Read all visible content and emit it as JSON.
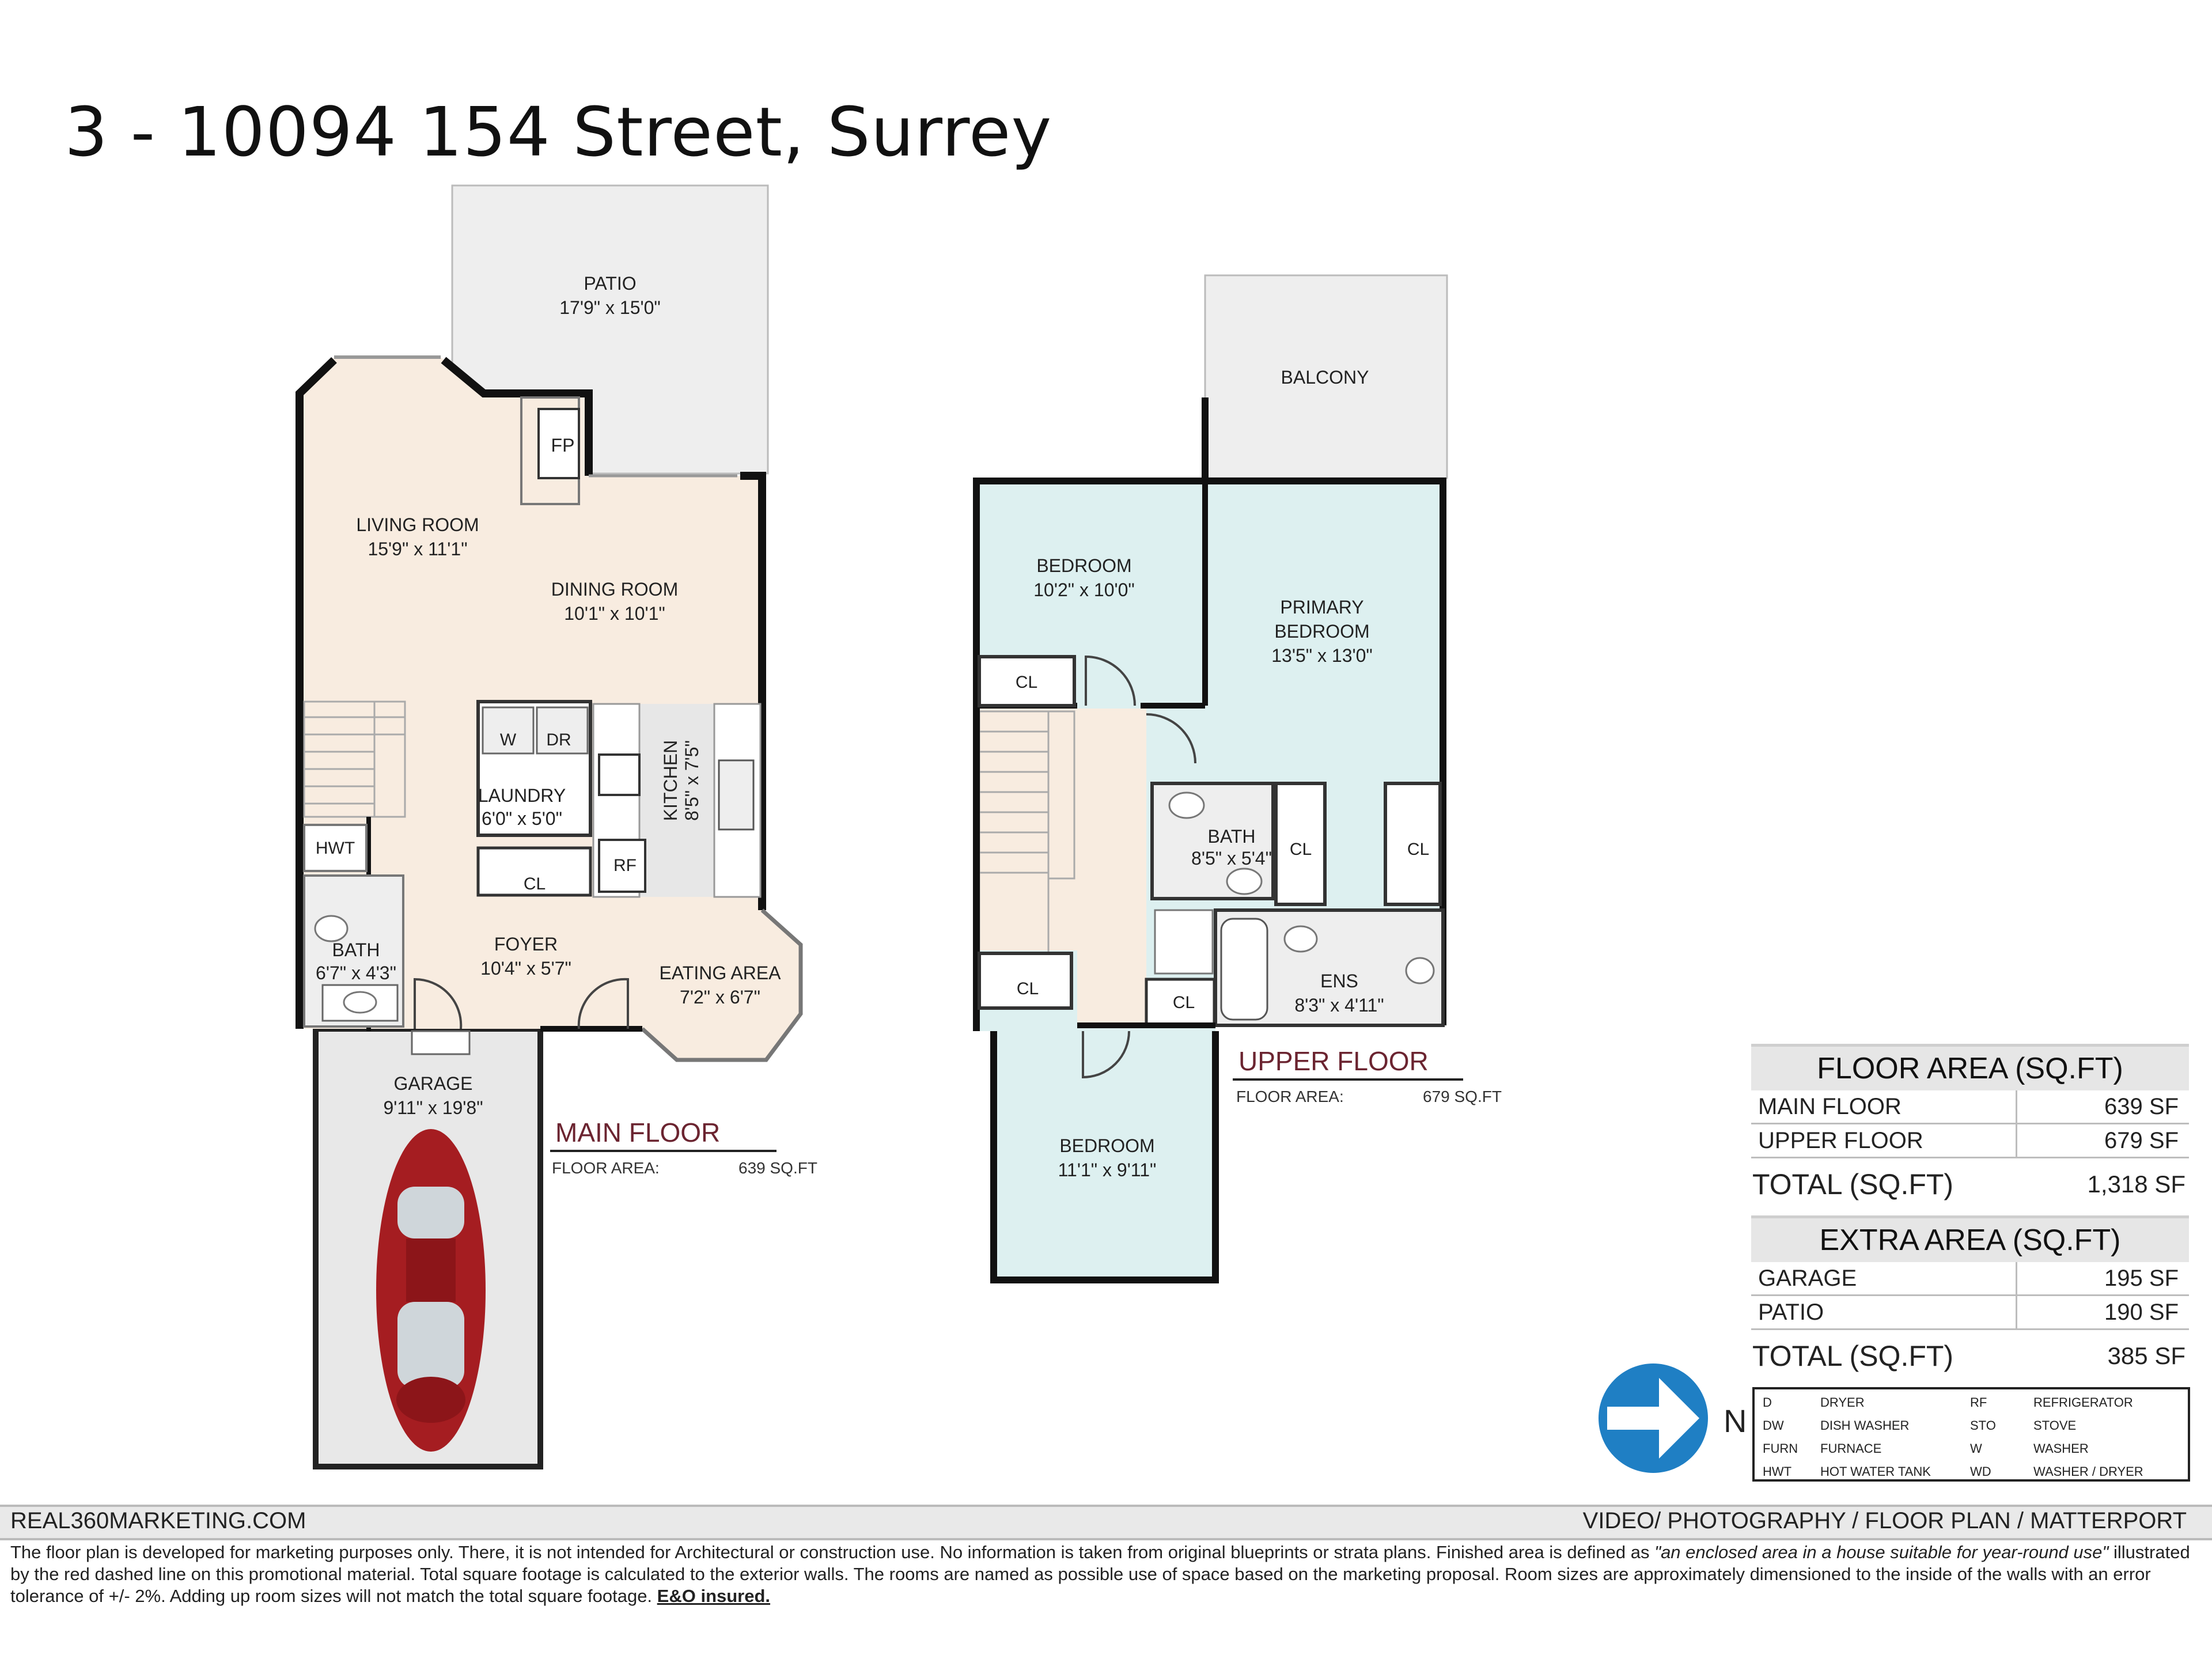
{
  "title": "3 - 10094 154 Street, Surrey",
  "main_floor": {
    "heading": "MAIN FLOOR",
    "area_label": "FLOOR AREA:",
    "area_value": "639 SQ.FT",
    "rooms": {
      "patio": {
        "name": "PATIO",
        "size": "17'9\" x 15'0\""
      },
      "living": {
        "name": "LIVING ROOM",
        "size": "15'9\" x 11'1\""
      },
      "dining": {
        "name": "DINING ROOM",
        "size": "10'1\" x 10'1\""
      },
      "kitchen": {
        "name": "KITCHEN",
        "size": "8'5\" x 7'5\""
      },
      "laundry": {
        "name": "LAUNDRY",
        "size": "6'0\" x 5'0\""
      },
      "foyer": {
        "name": "FOYER",
        "size": "10'4\" x 5'7\""
      },
      "eating": {
        "name": "EATING AREA",
        "size": "7'2\" x 6'7\""
      },
      "bath": {
        "name": "BATH",
        "size": "6'7\" x 4'3\""
      },
      "garage": {
        "name": "GARAGE",
        "size": "9'11\" x 19'8\""
      }
    },
    "fixtures": {
      "fp": "FP",
      "w": "W",
      "dr": "DR",
      "rf": "RF",
      "cl": "CL",
      "hwt": "HWT"
    }
  },
  "upper_floor": {
    "heading": "UPPER FLOOR",
    "area_label": "FLOOR AREA:",
    "area_value": "679 SQ.FT",
    "rooms": {
      "balcony": {
        "name": "BALCONY"
      },
      "bedroom1": {
        "name": "BEDROOM",
        "size": "10'2\" x 10'0\""
      },
      "primary": {
        "name": "PRIMARY",
        "name2": "BEDROOM",
        "size": "13'5\" x 13'0\""
      },
      "bath": {
        "name": "BATH",
        "size": "8'5\" x 5'4\""
      },
      "ens": {
        "name": "ENS",
        "size": "8'3\" x 4'11\""
      },
      "bedroom2": {
        "name": "BEDROOM",
        "size": "11'1\" x 9'11\""
      }
    },
    "fixtures": {
      "cl": "CL"
    }
  },
  "floor_area_table": {
    "heading": "FLOOR AREA (SQ.FT)",
    "rows": [
      {
        "label": "MAIN FLOOR",
        "value": "639 SF"
      },
      {
        "label": "UPPER FLOOR",
        "value": "679 SF"
      }
    ],
    "total_label": "TOTAL (SQ.FT)",
    "total_value": "1,318 SF"
  },
  "extra_area_table": {
    "heading": "EXTRA AREA (SQ.FT)",
    "rows": [
      {
        "label": "GARAGE",
        "value": "195 SF"
      },
      {
        "label": "PATIO",
        "value": "190 SF"
      }
    ],
    "total_label": "TOTAL (SQ.FT)",
    "total_value": "385 SF"
  },
  "compass": {
    "label": "N",
    "icon": "north-arrow-icon",
    "color": "#1f7fc4"
  },
  "legend": [
    {
      "code": "D",
      "meaning": "DRYER",
      "code2": "RF",
      "meaning2": "REFRIGERATOR"
    },
    {
      "code": "DW",
      "meaning": "DISH WASHER",
      "code2": "STO",
      "meaning2": "STOVE"
    },
    {
      "code": "FURN",
      "meaning": "FURNACE",
      "code2": "W",
      "meaning2": "WASHER"
    },
    {
      "code": "HWT",
      "meaning": "HOT WATER TANK",
      "code2": "WD",
      "meaning2": "WASHER / DRYER"
    }
  ],
  "footer": {
    "left": "REAL360MARKETING.COM",
    "right": "VIDEO/ PHOTOGRAPHY / FLOOR PLAN / MATTERPORT",
    "disclaimer_1": "The floor plan is developed for marketing purposes only. There, it is not intended for Architectural or construction use. No information is  taken from original blueprints or strata plans. Finished area is defined as ",
    "disclaimer_italic": "\"an enclosed area in a house suitable for year-round use\"",
    "disclaimer_2": " illustrated by the red dashed line on this promotional material. Total square footage is calculated to the exterior walls. The rooms are named as possible use of space based on the marketing proposal. Room sizes are approximately dimensioned to the inside of the walls with an error tolerance of +/- 2%. Adding up room sizes will not match the total square footage. ",
    "disclaimer_bold": "E&O insured."
  },
  "colors": {
    "main_floor_fill": "#f8ece0",
    "upper_floor_fill": "#ddf0f0",
    "exterior_fill": "#eeeeee",
    "heading_color": "#6b2430"
  }
}
